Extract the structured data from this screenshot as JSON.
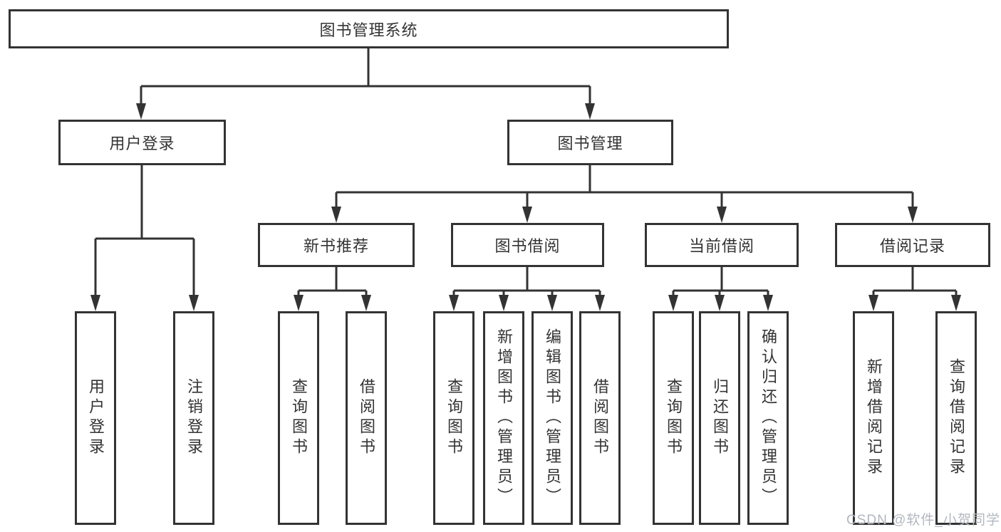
{
  "diagram": {
    "root": {
      "label": "图书管理系统"
    },
    "level2": {
      "user_login": {
        "label": "用户登录"
      },
      "book_mgmt": {
        "label": "图书管理"
      }
    },
    "level3": {
      "new_book_rec": {
        "label": "新书推荐"
      },
      "book_borrow": {
        "label": "图书借阅"
      },
      "current_borrow": {
        "label": "当前借阅"
      },
      "borrow_record": {
        "label": "借阅记录"
      }
    },
    "leaves": {
      "user_login_1": {
        "label": "用户登录"
      },
      "user_login_2": {
        "label": "注销登录"
      },
      "new_book_1": {
        "label": "查询图书"
      },
      "new_book_2": {
        "label": "借阅图书"
      },
      "borrow_1": {
        "label": "查询图书"
      },
      "borrow_2": {
        "label": "新增图书（管理员）"
      },
      "borrow_3": {
        "label": "编辑图书（管理员）"
      },
      "borrow_4": {
        "label": "借阅图书"
      },
      "current_1": {
        "label": "查询图书"
      },
      "current_2": {
        "label": "归还图书"
      },
      "current_3": {
        "label": "确认归还（管理员）"
      },
      "record_1": {
        "label": "新增借阅记录"
      },
      "record_2": {
        "label": "查询借阅记录"
      }
    }
  },
  "watermark": {
    "text": "CSDN @软件_小贺同学"
  },
  "colors": {
    "line": "#333333",
    "text": "#333333",
    "box_border": "#333333",
    "background": "#ffffff",
    "watermark": "#b2b7bf"
  }
}
